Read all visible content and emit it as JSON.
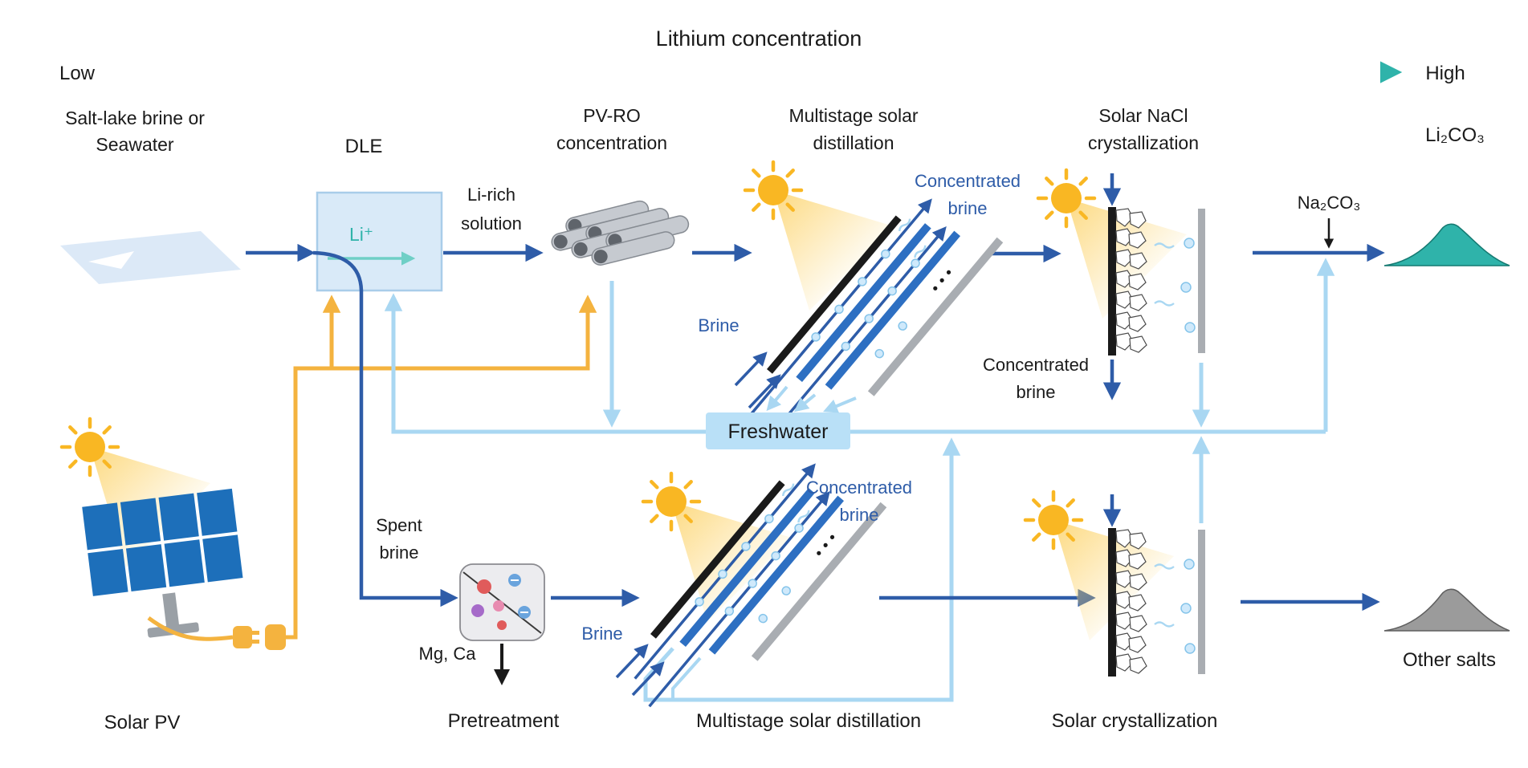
{
  "colors": {
    "dark-blue": "#2e5ca8",
    "light-blue": "#a9d7f2",
    "droplet-fill": "#cfe9fb",
    "droplet-stroke": "#85c4ea",
    "yellow": "#f4b33f",
    "teal": "#2fb3aa",
    "teal-light": "#cdecea",
    "teal-arrow": "#6fcfc6",
    "bar-blue": "#2d6fc2",
    "bar-gray": "#a9adb2",
    "ink": "#1a1a1a",
    "blue-text": "#2e5ca8",
    "dle-fill": "#d9eaf8",
    "dle-stroke": "#a9cde9",
    "fresh-box": "#b9e0f7",
    "panel-blue": "#1d6fba",
    "stand-gray": "#9aa0a6",
    "sun-yellow": "#f9b723",
    "beam-yellow": "#fcd36a",
    "tube-body": "#c6cad0",
    "tube-end": "#5f646b",
    "salt-gray": "#9b9b9b",
    "water-fill": "#dce9f7"
  },
  "axis": {
    "title": "Lithium concentration",
    "low": "Low",
    "high": "High"
  },
  "headers": {
    "source1": "Salt-lake brine or",
    "source2": "Seawater",
    "dle": "DLE",
    "pvro1": "PV-RO",
    "pvro2": "concentration",
    "distill1": "Multistage solar",
    "distill2": "distillation",
    "nacl1": "Solar NaCl",
    "nacl2": "crystallization",
    "product": "Li₂CO₃"
  },
  "streams": {
    "li_ion": "Li⁺",
    "li_rich1": "Li-rich",
    "li_rich2": "solution",
    "spent1": "Spent",
    "spent2": "brine",
    "brine_top": "Brine",
    "brine_bottom": "Brine",
    "conc_top1": "Concentrated",
    "conc_top2": "brine",
    "conc_nacl1": "Concentrated",
    "conc_nacl2": "brine",
    "conc_bottom1": "Concentrated",
    "conc_bottom2": "brine",
    "freshwater": "Freshwater",
    "na2co3": "Na₂CO₃",
    "mg_ca": "Mg, Ca"
  },
  "footers": {
    "solar_pv": "Solar PV",
    "pretreatment": "Pretreatment",
    "distill_bottom": "Multistage solar distillation",
    "solar_cryst": "Solar crystallization",
    "other_salts": "Other salts"
  }
}
